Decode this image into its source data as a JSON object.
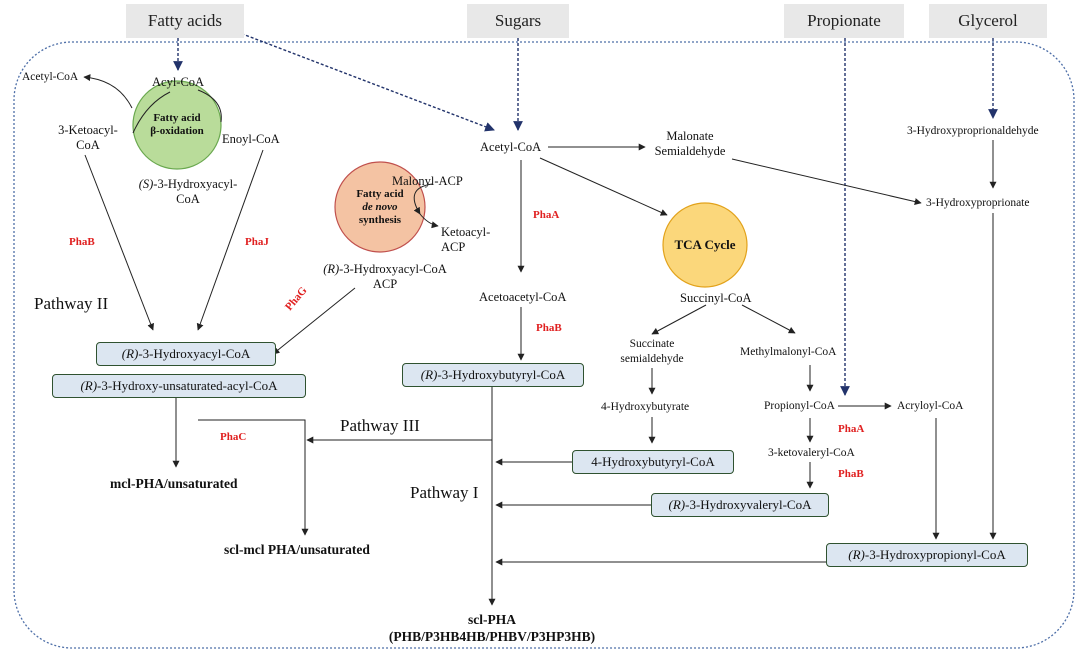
{
  "sources": {
    "fatty_acids": "Fatty acids",
    "sugars": "Sugars",
    "propionate": "Propionate",
    "glycerol": "Glycerol"
  },
  "beta_ox": {
    "circle_line1": "Fatty acid",
    "circle_line2": "β-oxidation",
    "acetyl_coa": "Acetyl-CoA",
    "acyl_coa": "Acyl-CoA",
    "ketoacyl_line1": "3-Ketoacyl-",
    "ketoacyl_line2": "CoA",
    "enoyl_coa": "Enoyl-CoA",
    "hydroxyacyl_prefix": "(S)",
    "hydroxyacyl_rest": "-3-Hydroxyacyl-",
    "hydroxyacyl_line2": "CoA"
  },
  "denovo": {
    "circle_line1": "Fatty acid",
    "circle_line2": "de novo",
    "circle_line3": "synthesis",
    "malonyl_acp": "Malonyl-ACP",
    "ketoacyl_line1": "Ketoacyl-",
    "ketoacyl_line2": "ACP",
    "hydroxyacyl_prefix": "(R)",
    "hydroxyacyl_rest": "-3-Hydroxyacyl-CoA",
    "hydroxyacyl_line2": "ACP"
  },
  "central": {
    "acetyl_coa": "Acetyl-CoA",
    "malonate_line1": "Malonate",
    "malonate_line2": "Semialdehyde",
    "acetoacetyl_coa": "Acetoacetyl-CoA",
    "tca_cycle": "TCA Cycle",
    "succinyl_coa": "Succinyl-CoA",
    "succinate_line1": "Succinate",
    "succinate_line2": "semialdehyde",
    "methylmalonyl_coa": "Methylmalonyl-CoA",
    "hydroxybutyrate": "4-Hydroxybutyrate",
    "propionyl_coa": "Propionyl-CoA",
    "acryloyl_coa": "Acryloyl-CoA",
    "ketovaleryl_coa": "3-ketovaleryl-CoA",
    "hpa_aldehyde": "3-Hydroxyproprionaldehyde",
    "hpa": "3-Hydroxyproprionate"
  },
  "boxes": {
    "hydroxyacyl_prefix": "(R)",
    "hydroxyacyl_rest": "-3-Hydroxyacyl-CoA",
    "unsat_prefix": "(R)",
    "unsat_rest": "-3-Hydroxy-unsaturated-acyl-CoA",
    "hb_prefix": "(R)",
    "hb_rest": "-3-Hydroxybutyryl-CoA",
    "fourhb": "4-Hydroxybutyryl-CoA",
    "hv_prefix": "(R)",
    "hv_rest": "-3-Hydroxyvaleryl-CoA",
    "hp_prefix": "(R)",
    "hp_rest": "-3-Hydroxypropionyl-CoA"
  },
  "enzymes": {
    "phab_left": "PhaB",
    "phaj": "PhaJ",
    "phag": "PhaG",
    "phaa_center": "PhaA",
    "phab_center": "PhaB",
    "phac": "PhaC",
    "phaa_right": "PhaA",
    "phab_right": "PhaB"
  },
  "pathways": {
    "p1": "Pathway I",
    "p2": "Pathway II",
    "p3": "Pathway III"
  },
  "products": {
    "mcl": "mcl-PHA/unsaturated",
    "sclmcl": "scl-mcl PHA/unsaturated",
    "scl": "scl-PHA",
    "scl_detail": "(PHB/P3HB4HB/PHBV/P3HP3HB)"
  },
  "colors": {
    "enzyme": "#e02020",
    "beta_circle": "#b9dc9a",
    "denovo_circle": "#f4c3a3",
    "tca_circle": "#fbd77b",
    "box_fill": "#dce6f1",
    "box_border": "#2f5230",
    "cell_border": "#4e6fa8"
  }
}
